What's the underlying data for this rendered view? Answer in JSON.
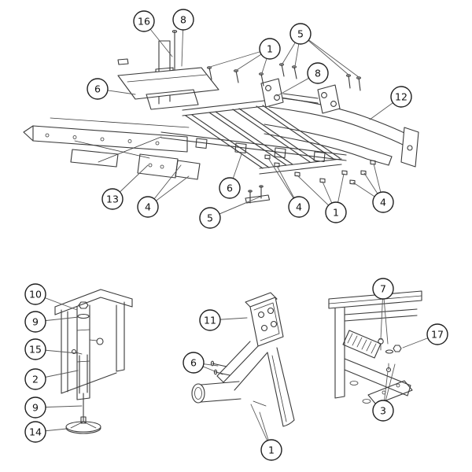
{
  "figure": {
    "type": "exploded-parts-diagram",
    "background_color": "#ffffff",
    "line_color": "#3a3a3a",
    "balloon_fill": "#ffffff",
    "balloon_stroke": "#1f1f1f",
    "balloon_text_color": "#111111"
  },
  "callouts": [
    {
      "number": "16",
      "view": "main-assembly"
    },
    {
      "number": "8",
      "view": "main-assembly"
    },
    {
      "number": "5",
      "view": "main-assembly"
    },
    {
      "number": "1",
      "view": "main-assembly"
    },
    {
      "number": "8",
      "view": "main-assembly"
    },
    {
      "number": "12",
      "view": "main-assembly"
    },
    {
      "number": "6",
      "view": "main-assembly"
    },
    {
      "number": "13",
      "view": "main-assembly"
    },
    {
      "number": "4",
      "view": "main-assembly"
    },
    {
      "number": "5",
      "view": "main-assembly"
    },
    {
      "number": "6",
      "view": "main-assembly"
    },
    {
      "number": "4",
      "view": "main-assembly"
    },
    {
      "number": "1",
      "view": "main-assembly"
    },
    {
      "number": "4",
      "view": "main-assembly"
    },
    {
      "number": "10",
      "view": "detail-jack"
    },
    {
      "number": "9",
      "view": "detail-jack"
    },
    {
      "number": "15",
      "view": "detail-jack"
    },
    {
      "number": "2",
      "view": "detail-jack"
    },
    {
      "number": "9",
      "view": "detail-jack"
    },
    {
      "number": "14",
      "view": "detail-jack"
    },
    {
      "number": "11",
      "view": "detail-hitch-arm"
    },
    {
      "number": "6",
      "view": "detail-hitch-arm"
    },
    {
      "number": "1",
      "view": "detail-hitch-arm"
    },
    {
      "number": "7",
      "view": "detail-frame-corner"
    },
    {
      "number": "17",
      "view": "detail-frame-corner"
    },
    {
      "number": "3",
      "view": "detail-frame-corner"
    }
  ]
}
